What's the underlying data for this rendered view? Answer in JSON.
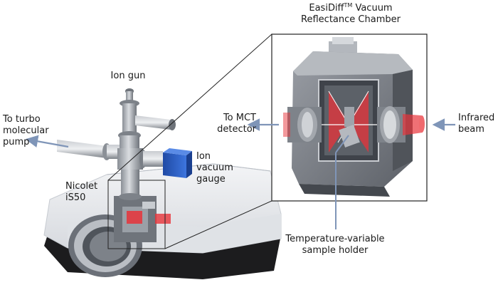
{
  "labels": {
    "chamber_title_prefix": "EasiDiff",
    "chamber_title_tm": "TM",
    "chamber_title_suffix": " Vacuum",
    "chamber_title_line2": "Reflectance Chamber",
    "ion_gun": "Ion gun",
    "turbo_line1": "To turbo",
    "turbo_line2": "molecular",
    "turbo_line3": "pump",
    "mct_line1": "To MCT",
    "mct_line2": "detector",
    "infrared_line1": "Infrared",
    "infrared_line2": "beam",
    "ion_gauge_line1": "Ion",
    "ion_gauge_line2": "vacuum",
    "ion_gauge_line3": "gauge",
    "nicolet_line1": "Nicolet",
    "nicolet_line2": "iS50",
    "holder_line1": "Temperature-variable",
    "holder_line2": "sample holder"
  },
  "colors": {
    "arrow": "#7f95b8",
    "beam_red": "#e8333a",
    "gauge_blue": "#2f63c8",
    "instrument_body": "#e9ebee",
    "instrument_base": "#1c1c1e"
  }
}
